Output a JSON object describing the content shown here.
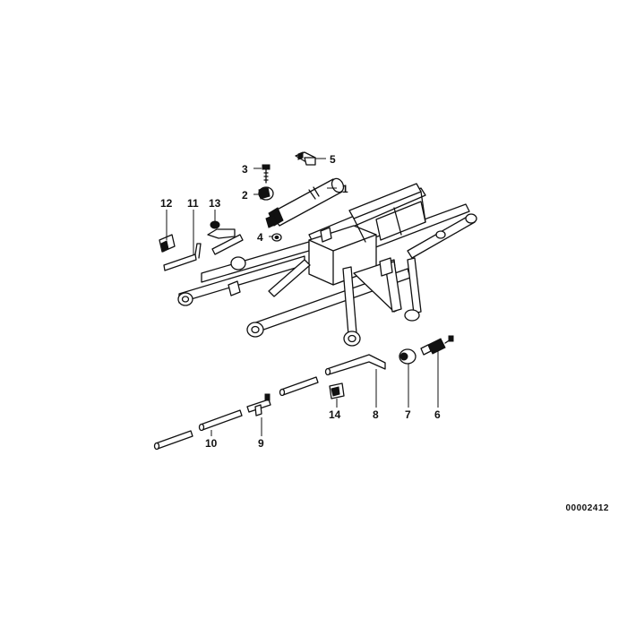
{
  "callouts": [
    {
      "id": "1",
      "text": "1"
    },
    {
      "id": "2",
      "text": "2"
    },
    {
      "id": "3",
      "text": "3"
    },
    {
      "id": "4",
      "text": "4"
    },
    {
      "id": "5",
      "text": "5"
    },
    {
      "id": "6",
      "text": "6"
    },
    {
      "id": "7",
      "text": "7"
    },
    {
      "id": "8",
      "text": "8"
    },
    {
      "id": "9",
      "text": "9"
    },
    {
      "id": "10",
      "text": "10"
    },
    {
      "id": "11",
      "text": "11"
    },
    {
      "id": "12",
      "text": "12"
    },
    {
      "id": "13",
      "text": "13"
    },
    {
      "id": "14",
      "text": "14"
    }
  ],
  "reference_number": "00002412",
  "colors": {
    "ink": "#111111",
    "background": "#ffffff"
  }
}
